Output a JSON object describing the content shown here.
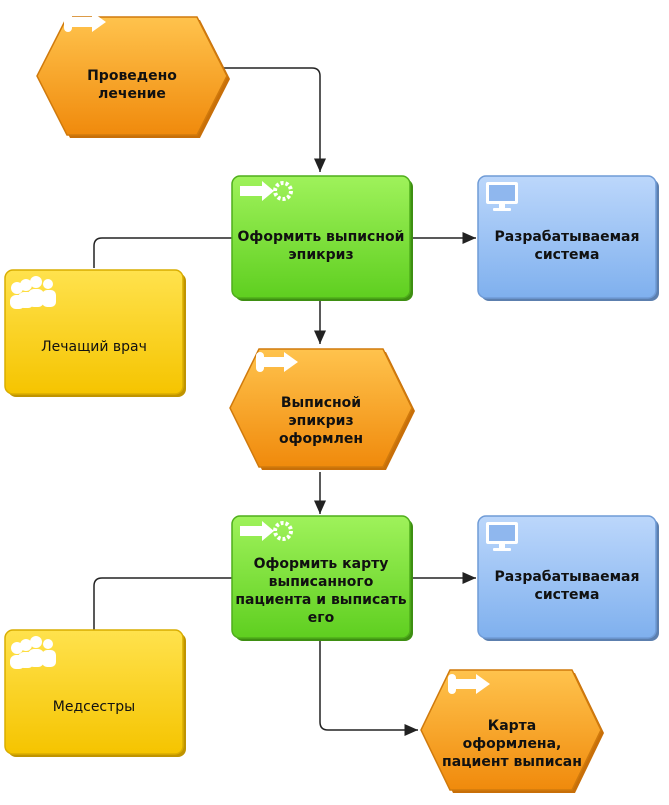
{
  "events": {
    "treatment_done": "Проведено\nлечение",
    "epicrisis_done": "Выписной\nэпикриз\nоформлен",
    "card_done": "Карта\nоформлена,\nпациент выписан"
  },
  "functions": {
    "make_epicrisis": "Оформить выписной\nэпикриз",
    "make_card": "Оформить карту\nвыписанного\nпациента и выписать\nего"
  },
  "systems": {
    "system_1": "Разрабатываемая\nсистема",
    "system_2": "Разрабатываемая\nсистема"
  },
  "roles": {
    "doctor": "Лечащий врач",
    "nurses": "Медсестры"
  },
  "colors": {
    "event": "#f7a21b",
    "function": "#7ee33a",
    "system": "#9ec3f5",
    "role": "#ffd21a",
    "connector": "#222222"
  },
  "icons": {
    "event": "event-arrow-icon",
    "function": "function-gear-arrow-icon",
    "system": "monitor-icon",
    "role": "people-icon"
  }
}
